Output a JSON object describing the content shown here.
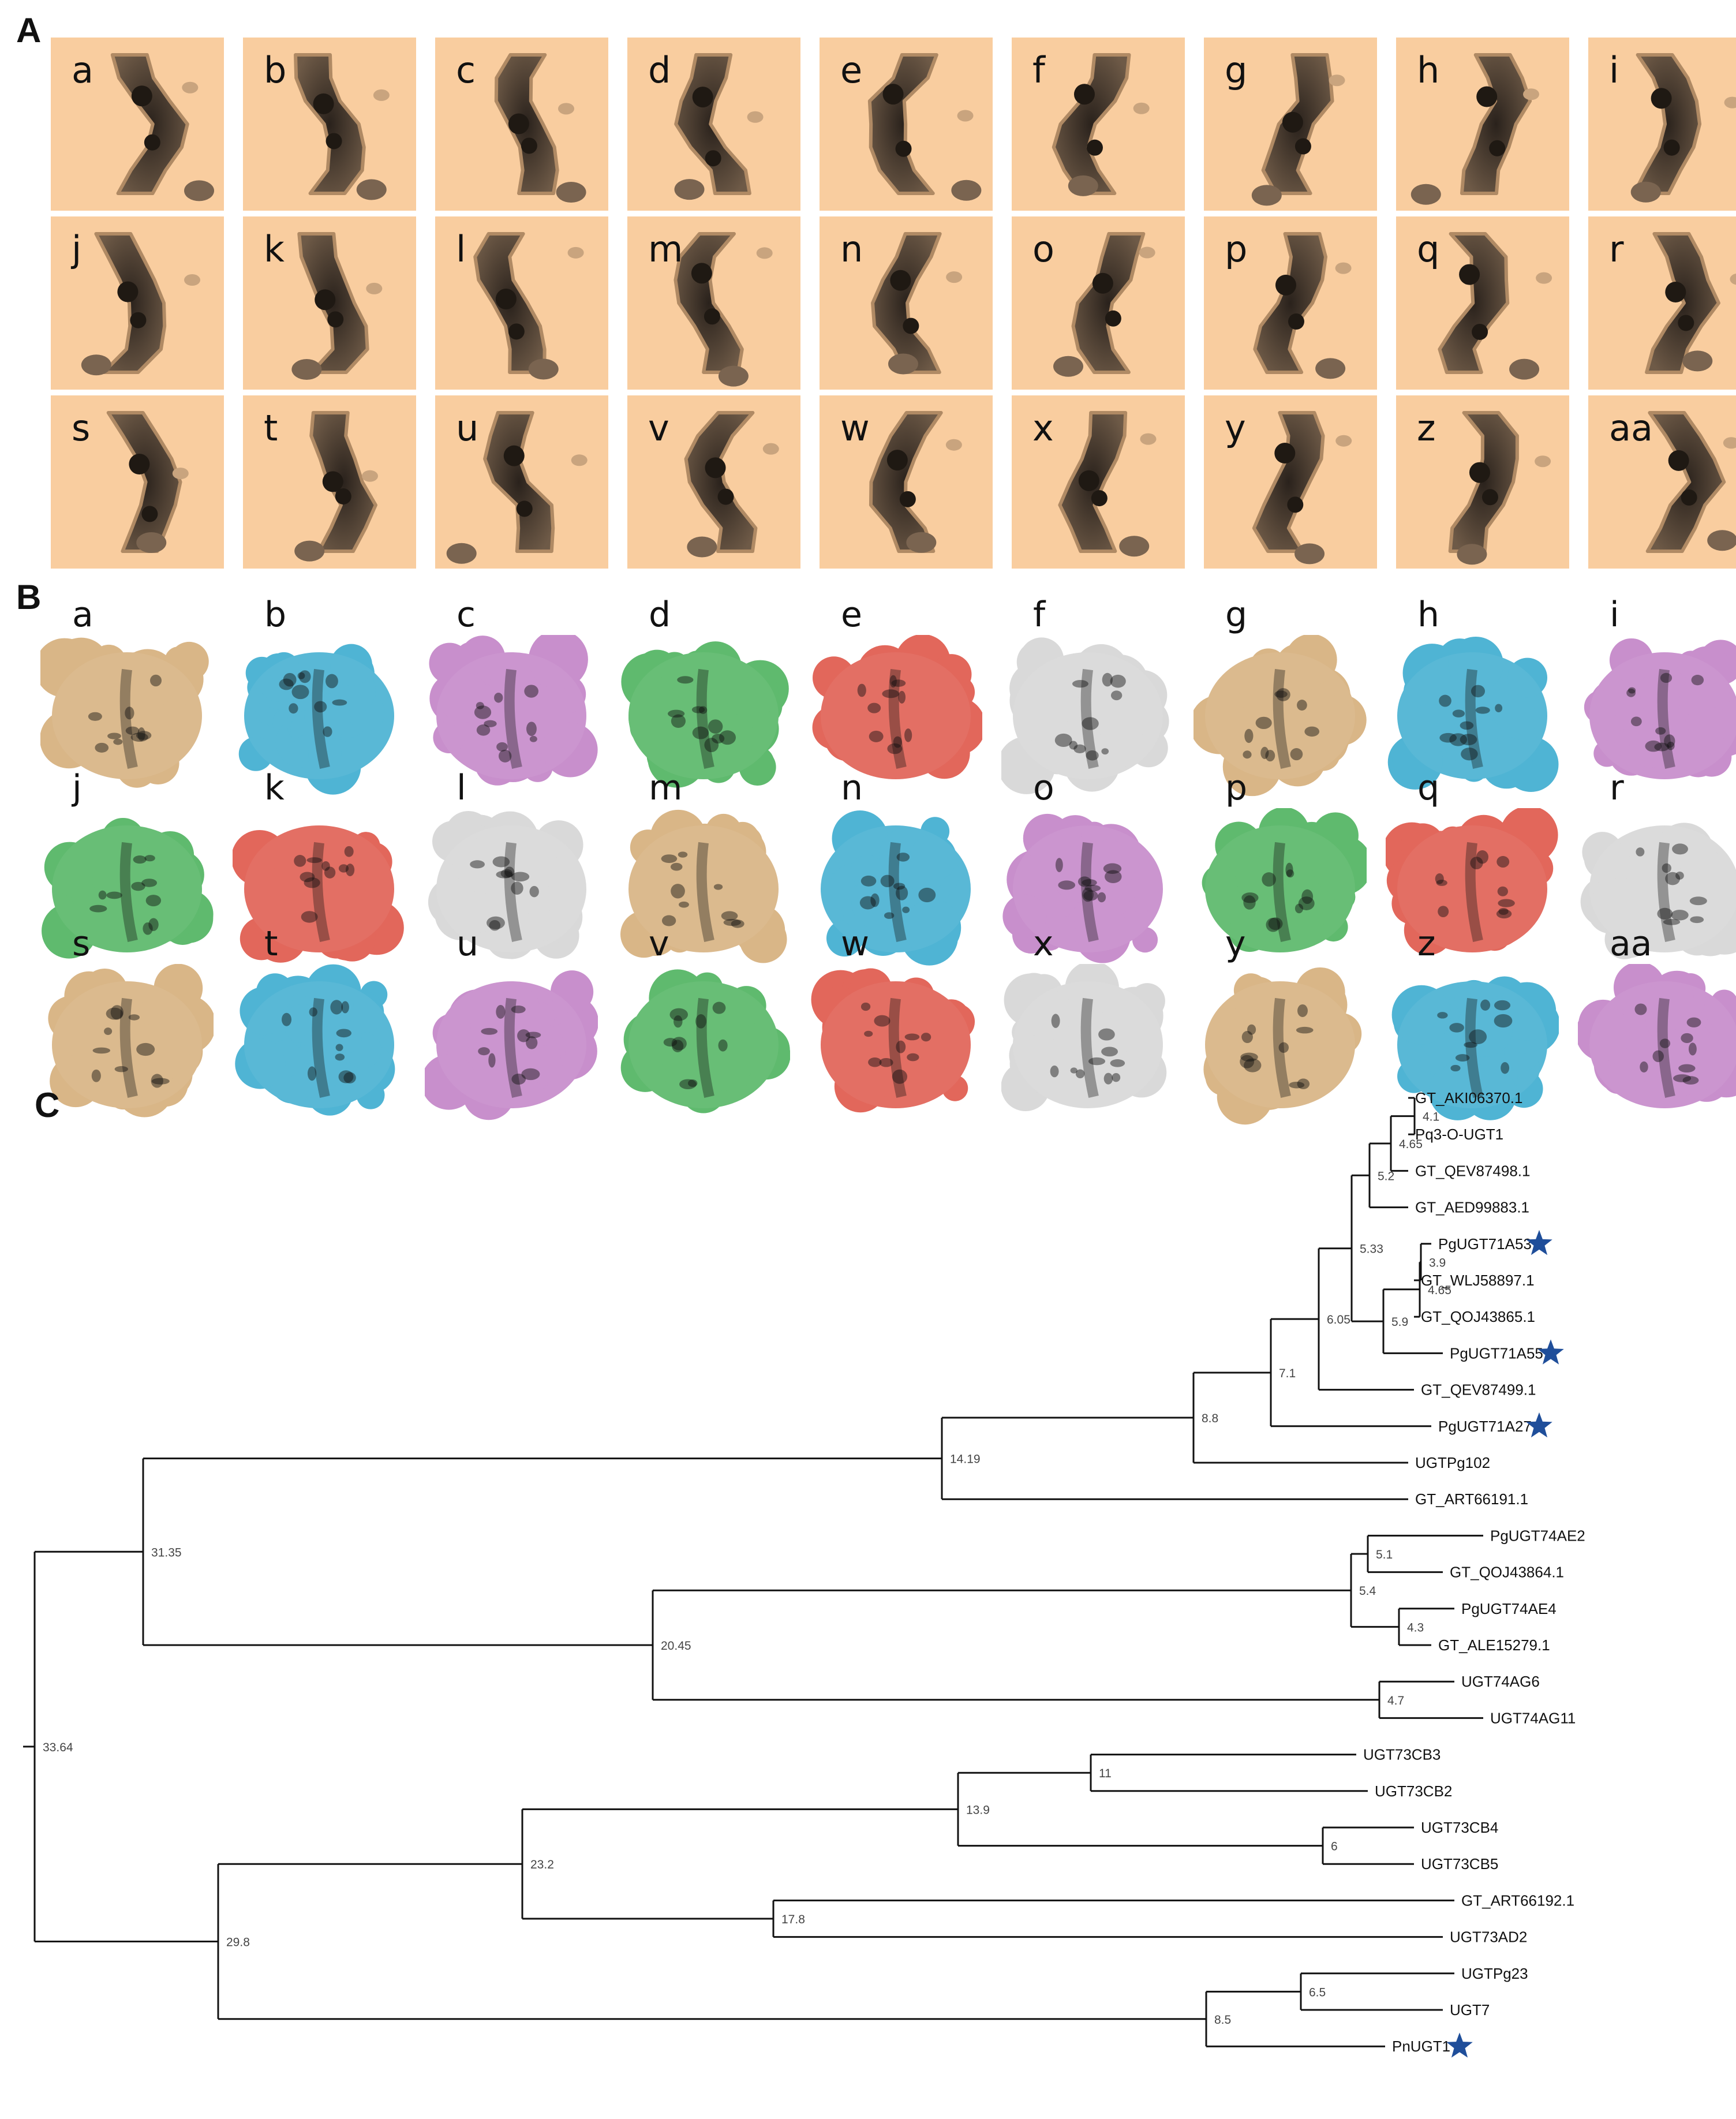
{
  "panels": {
    "A": "A",
    "B": "B",
    "C": "C"
  },
  "panel_a_labels": [
    "a",
    "b",
    "c",
    "d",
    "e",
    "f",
    "g",
    "h",
    "i",
    "j",
    "k",
    "l",
    "m",
    "n",
    "o",
    "p",
    "q",
    "r",
    "s",
    "t",
    "u",
    "v",
    "w",
    "x",
    "y",
    "z",
    "aa"
  ],
  "panel_b_labels": [
    "a",
    "b",
    "c",
    "d",
    "e",
    "f",
    "g",
    "h",
    "i",
    "j",
    "k",
    "l",
    "m",
    "n",
    "o",
    "p",
    "q",
    "r",
    "s",
    "t",
    "u",
    "v",
    "w",
    "x",
    "y",
    "z",
    "aa"
  ],
  "colors": {
    "pocket_tile": "#f9cd9f",
    "pocket_dark": "#3a2f26",
    "tan": "#d9b687",
    "blue": "#4fb4d4",
    "violet": "#c88fcc",
    "green": "#5fba6e",
    "red": "#e2675b",
    "gray": "#d9d9d9",
    "star": "#1f4e9a"
  },
  "protein_colors": [
    "tan",
    "blue",
    "violet",
    "green",
    "red",
    "gray",
    "tan",
    "blue",
    "violet",
    "green",
    "red",
    "gray",
    "tan",
    "blue",
    "violet",
    "green",
    "red",
    "gray",
    "tan",
    "blue",
    "violet",
    "green",
    "red",
    "gray",
    "tan",
    "blue",
    "violet"
  ],
  "tree": {
    "leaves": [
      {
        "label": "GT_AKI06370.1",
        "star": false
      },
      {
        "label": "Pq3-O-UGT1",
        "star": false
      },
      {
        "label": "GT_QEV87498.1",
        "star": false
      },
      {
        "label": "GT_AED99883.1",
        "star": false
      },
      {
        "label": "PgUGT71A53",
        "star": true
      },
      {
        "label": "GT_WLJ58897.1",
        "star": false
      },
      {
        "label": "GT_QOJ43865.1",
        "star": false
      },
      {
        "label": "PgUGT71A55",
        "star": true
      },
      {
        "label": "GT_QEV87499.1",
        "star": false
      },
      {
        "label": "PgUGT71A27",
        "star": true
      },
      {
        "label": "UGTPg102",
        "star": false
      },
      {
        "label": "GT_ART66191.1",
        "star": false
      },
      {
        "label": "PgUGT74AE2",
        "star": false
      },
      {
        "label": "GT_QOJ43864.1",
        "star": false
      },
      {
        "label": "PgUGT74AE4",
        "star": false
      },
      {
        "label": "GT_ALE15279.1",
        "star": false
      },
      {
        "label": "UGT74AG6",
        "star": false
      },
      {
        "label": "UGT74AG11",
        "star": false
      },
      {
        "label": "UGT73CB3",
        "star": false
      },
      {
        "label": "UGT73CB2",
        "star": false
      },
      {
        "label": "UGT73CB4",
        "star": false
      },
      {
        "label": "UGT73CB5",
        "star": false
      },
      {
        "label": "GT_ART66192.1",
        "star": false
      },
      {
        "label": "UGT73AD2",
        "star": false
      },
      {
        "label": "UGTPg23",
        "star": false
      },
      {
        "label": "UGT7",
        "star": false
      },
      {
        "label": "PnUGT1",
        "star": true
      }
    ],
    "node_labels": [
      "4.1",
      "4.65",
      "5.2",
      "3.9",
      "4.65",
      "5.9",
      "5.33",
      "6.05",
      "7.1",
      "8.8",
      "14.19",
      "5.1",
      "4.3",
      "5.4",
      "4.7",
      "20.45",
      "31.35",
      "11",
      "6",
      "13.9",
      "17.8",
      "23.2",
      "6.5",
      "8.5",
      "29.8",
      "33.64"
    ]
  }
}
